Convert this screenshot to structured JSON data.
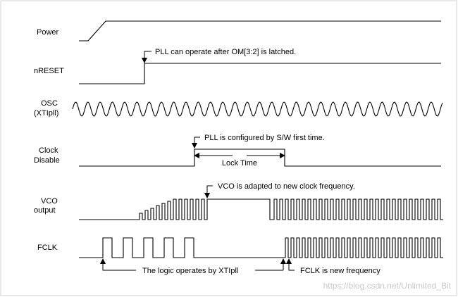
{
  "signals": {
    "power": "Power",
    "nreset": "nRESET",
    "osc_l1": "OSC",
    "osc_l2": "(XTIpll)",
    "clk_l1": "Clock",
    "clk_l2": "Disable",
    "vco_l1": "VCO",
    "vco_l2": "output",
    "fclk": "FCLK"
  },
  "annotations": {
    "pll_latched": "PLL can operate after OM[3:2] is latched.",
    "pll_config": "PLL is configured by S/W first time.",
    "lock_time": "Lock Time",
    "vco_adapted": "VCO is adapted to new clock frequency.",
    "logic_xtipll": "The logic operates by XTIpll",
    "fclk_new": "FCLK is new frequency"
  },
  "watermark": "https://blog.csdn.net/Unlimited_Bit"
}
